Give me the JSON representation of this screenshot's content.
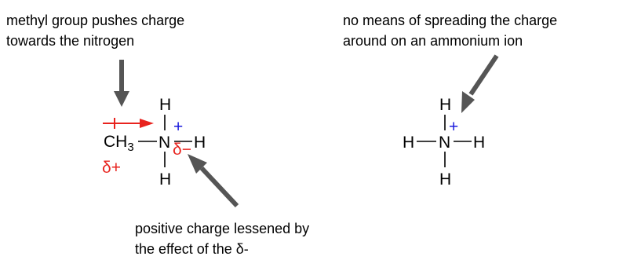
{
  "annotations": {
    "methyl_line1": "methyl group pushes charge",
    "methyl_line2": "towards the nitrogen",
    "ammonium_line1": "no means of spreading the charge",
    "ammonium_line2": "around on an ammonium ion",
    "positive_line1": "positive charge lessened by",
    "positive_line2": "the effect of the δ-"
  },
  "methylammonium": {
    "ch3": "CH",
    "ch3_sub": "3",
    "n": "N",
    "h": "H",
    "plus": "+",
    "delta_minus": "δ−",
    "delta_plus": "δ+"
  },
  "ammonium": {
    "n": "N",
    "h": "H",
    "plus": "+"
  },
  "colors": {
    "arrow_grey": "#555555",
    "inductive_red": "#e8231e",
    "charge_blue": "#1a1adc"
  }
}
